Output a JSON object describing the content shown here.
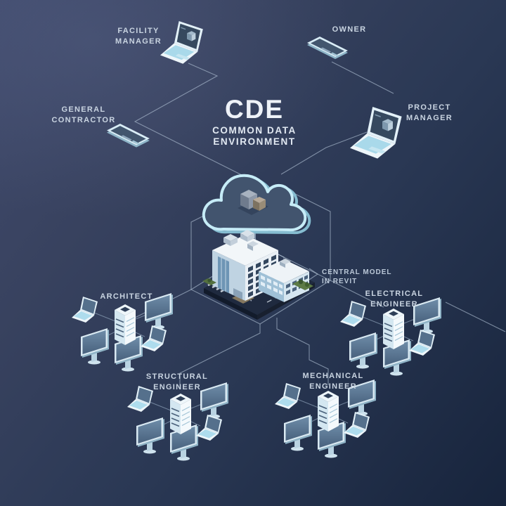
{
  "title": {
    "main": "CDE",
    "sub1": "COMMON DATA",
    "sub2": "ENVIRONMENT"
  },
  "labels": {
    "facility_manager": {
      "l1": "FACILITY",
      "l2": "MANAGER"
    },
    "owner": {
      "l1": "OWNER"
    },
    "general_contractor": {
      "l1": "GENERAL",
      "l2": "CONTRACTOR"
    },
    "project_manager": {
      "l1": "PROJECT",
      "l2": "MANAGER"
    },
    "central_model": {
      "l1": "CENTRAL MODEL",
      "l2": "IN REVIT"
    },
    "architect": {
      "l1": "ARCHITECT"
    },
    "electrical_engineer": {
      "l1": "ELECTRICAL",
      "l2": "ENGINEER"
    },
    "structural_engineer": {
      "l1": "STRUCTURAL",
      "l2": "ENGINEER"
    },
    "mechanical_engineer": {
      "l1": "MECHANICAL",
      "l2": "ENGINEER"
    }
  },
  "icons": {
    "facility_manager": "laptop-icon",
    "owner": "smartphone-icon",
    "general_contractor": "smartphone-icon",
    "project_manager": "laptop-icon",
    "hub": "cloud-icon",
    "central_model": "building-icon",
    "teams": "workstation-cluster-icon"
  },
  "colors": {
    "background_top": "#414b6d",
    "background_bottom": "#17243c",
    "connector": "#b7c8db",
    "cloud_outline": "#c6ecf7",
    "device_body": "#dcedf6",
    "device_screen": "#3c4f67",
    "keyboard": "#a9d9ea",
    "label_text": "#c9d4e1",
    "title_text": "#eef2f8",
    "platform": "#1f2a3f"
  }
}
